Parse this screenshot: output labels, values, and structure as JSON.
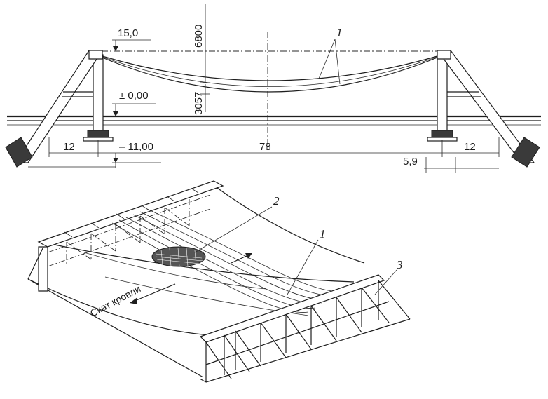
{
  "elevation": {
    "dim_top_level": "15,0",
    "dim_sag_total": "6800",
    "dim_sag_cable": "3057",
    "dim_zero_level": "± 0,00",
    "dim_foundation_level": "– 11,00",
    "dim_left_span": "12",
    "dim_main_span": "78",
    "dim_right_span": "12",
    "dim_anchor": "5,9",
    "callout_cable": "1"
  },
  "perspective": {
    "callout_cable": "1",
    "callout_mesh": "2",
    "callout_frame": "3",
    "slope_label": "Скат кровли"
  },
  "colors": {
    "ink": "#1e1e1e",
    "paper": "#ffffff"
  }
}
